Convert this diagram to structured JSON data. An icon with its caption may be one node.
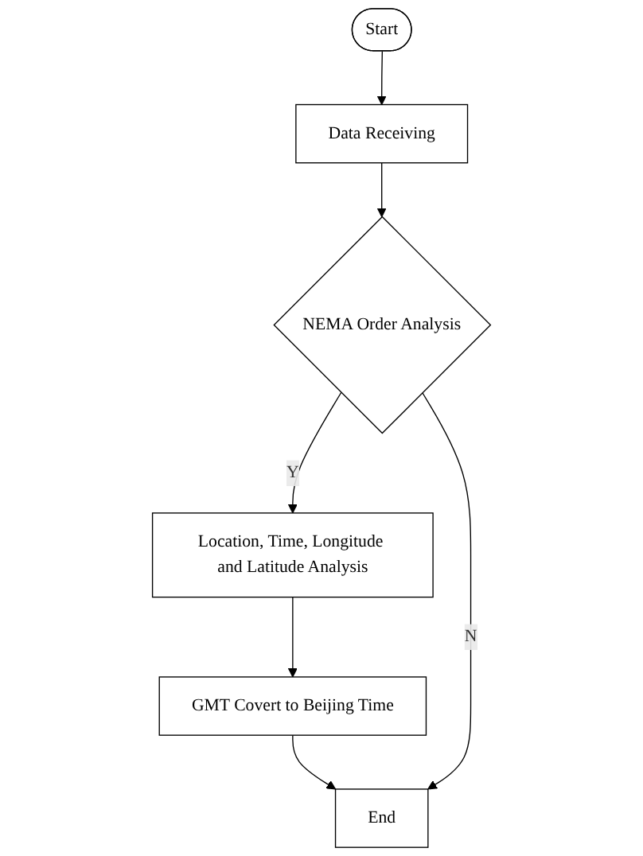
{
  "diagram": {
    "nodes": [
      {
        "text": [
          "Start"
        ]
      },
      {
        "text": [
          "Data Receiving"
        ]
      },
      {
        "text": [
          "NEMA Order Analysis"
        ]
      },
      {
        "text": [
          "Location, Time, Longitude and Latitude Analysis"
        ]
      },
      {
        "text": [
          "GMT Covert to Beijing Time"
        ]
      },
      {
        "text": [
          "End"
        ]
      }
    ],
    "edges": [
      {
        "from": 0,
        "to": 1,
        "arrow": "to"
      },
      {
        "from": 1,
        "to": 2,
        "arrow": "to"
      },
      {
        "from": 2,
        "to": 3,
        "label": "Y",
        "arrow": "to"
      },
      {
        "from": 3,
        "to": 4,
        "arrow": "to"
      },
      {
        "from": 4,
        "to": 5,
        "arrow": "to"
      },
      {
        "from": 2,
        "to": 5,
        "label": "N",
        "arrow": "to"
      }
    ]
  }
}
